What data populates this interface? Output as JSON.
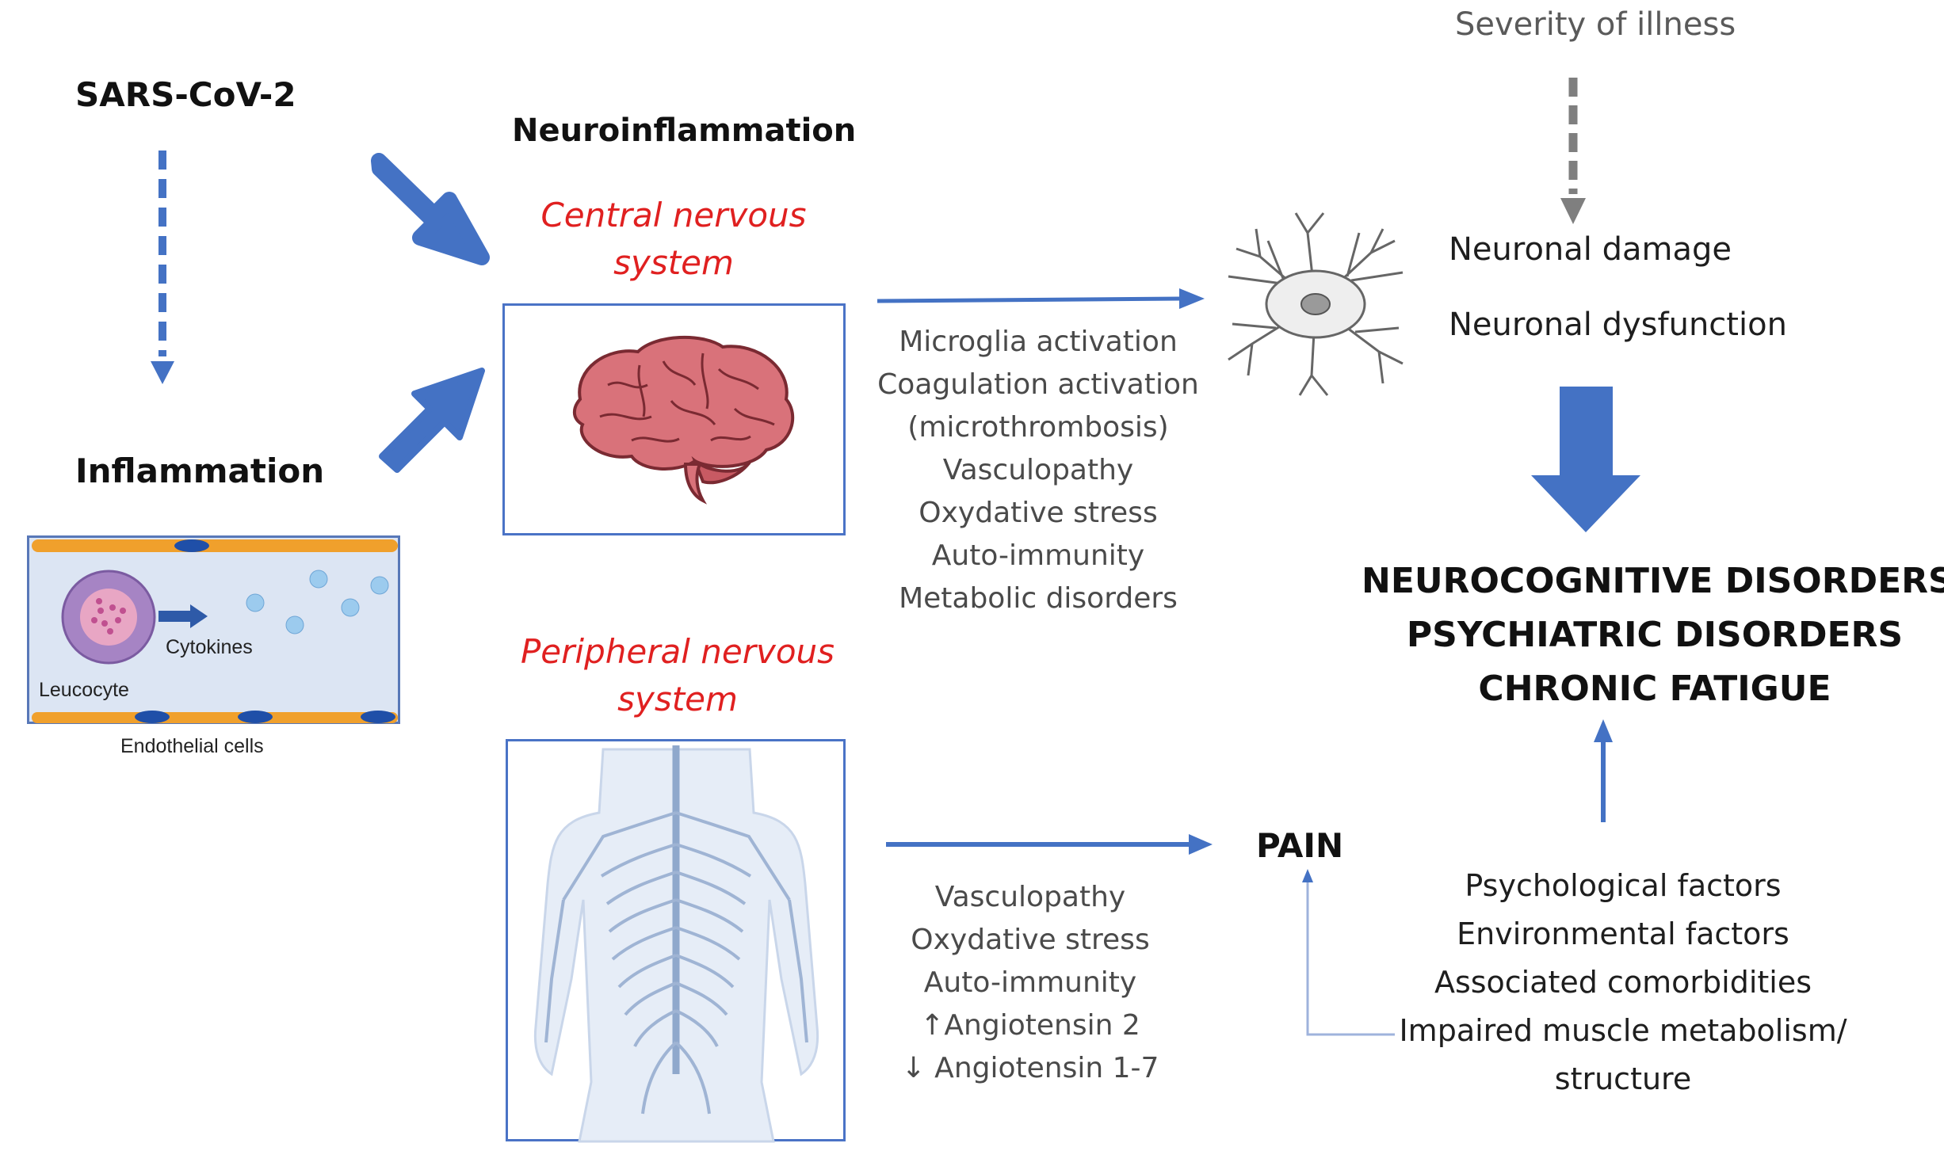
{
  "sars": "SARS-CoV-2",
  "inflammation": "Inflammation",
  "neuroinflammation": "Neuroinflammation",
  "cns": {
    "line1": "Central nervous",
    "line2": "system"
  },
  "pns": {
    "line1": "Peripheral nervous",
    "line2": "system"
  },
  "vessel": {
    "leucocyte": "Leucocyte",
    "cytokines": "Cytokines",
    "endothelial": "Endothelial cells"
  },
  "cns_mechanisms": [
    "Microglia activation",
    "Coagulation activation",
    "(microthrombosis)",
    "Vasculopathy",
    "Oxydative stress",
    "Auto-immunity",
    "Metabolic disorders"
  ],
  "pns_mechanisms": [
    "Vasculopathy",
    "Oxydative stress",
    "Auto-immunity",
    "↑Angiotensin 2",
    "↓ Angiotensin 1-7"
  ],
  "severity": "Severity of illness",
  "neuronal": {
    "damage": "Neuronal damage",
    "dysfunction": "Neuronal dysfunction"
  },
  "outcomes": [
    "NEUROCOGNITIVE DISORDERS",
    "PSYCHIATRIC DISORDERS",
    "CHRONIC FATIGUE"
  ],
  "pain": "PAIN",
  "factors": [
    "Psychological factors",
    "Environmental factors",
    "Associated comorbidities",
    "Impaired muscle metabolism/",
    "structure"
  ],
  "colors": {
    "arrow_blue": "#4472c4",
    "title_red": "#e02020",
    "grey_arrow": "#7f7f7f"
  }
}
